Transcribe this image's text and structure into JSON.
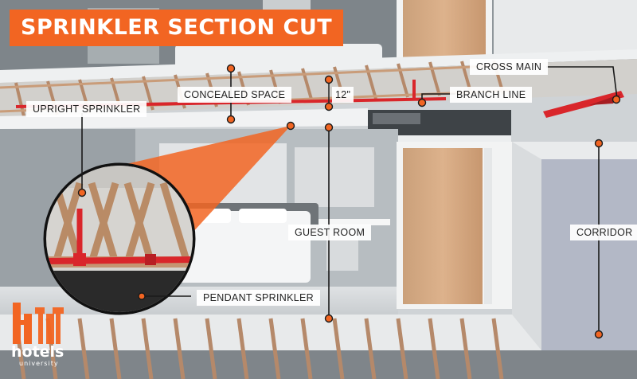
{
  "title": "SPRINKLER SECTION CUT",
  "labels": {
    "cross_main": "CROSS MAIN",
    "branch_line": "BRANCH LINE",
    "concealed_space": "CONCEALED SPACE",
    "upright_sprinkler": "UPRIGHT SPRINKLER",
    "dimension": "12\"",
    "guest_room": "GUEST ROOM",
    "corridor": "CORRIDOR",
    "pendant_sprinkler": "PENDANT SPRINKLER"
  },
  "logo": {
    "name": "hotels",
    "tagline": "university"
  },
  "colors": {
    "accent": "#f26522",
    "pipe": "#d9262b",
    "wood": "#b98b66",
    "wall": "#e9ebec",
    "door": "#d4a57a"
  }
}
